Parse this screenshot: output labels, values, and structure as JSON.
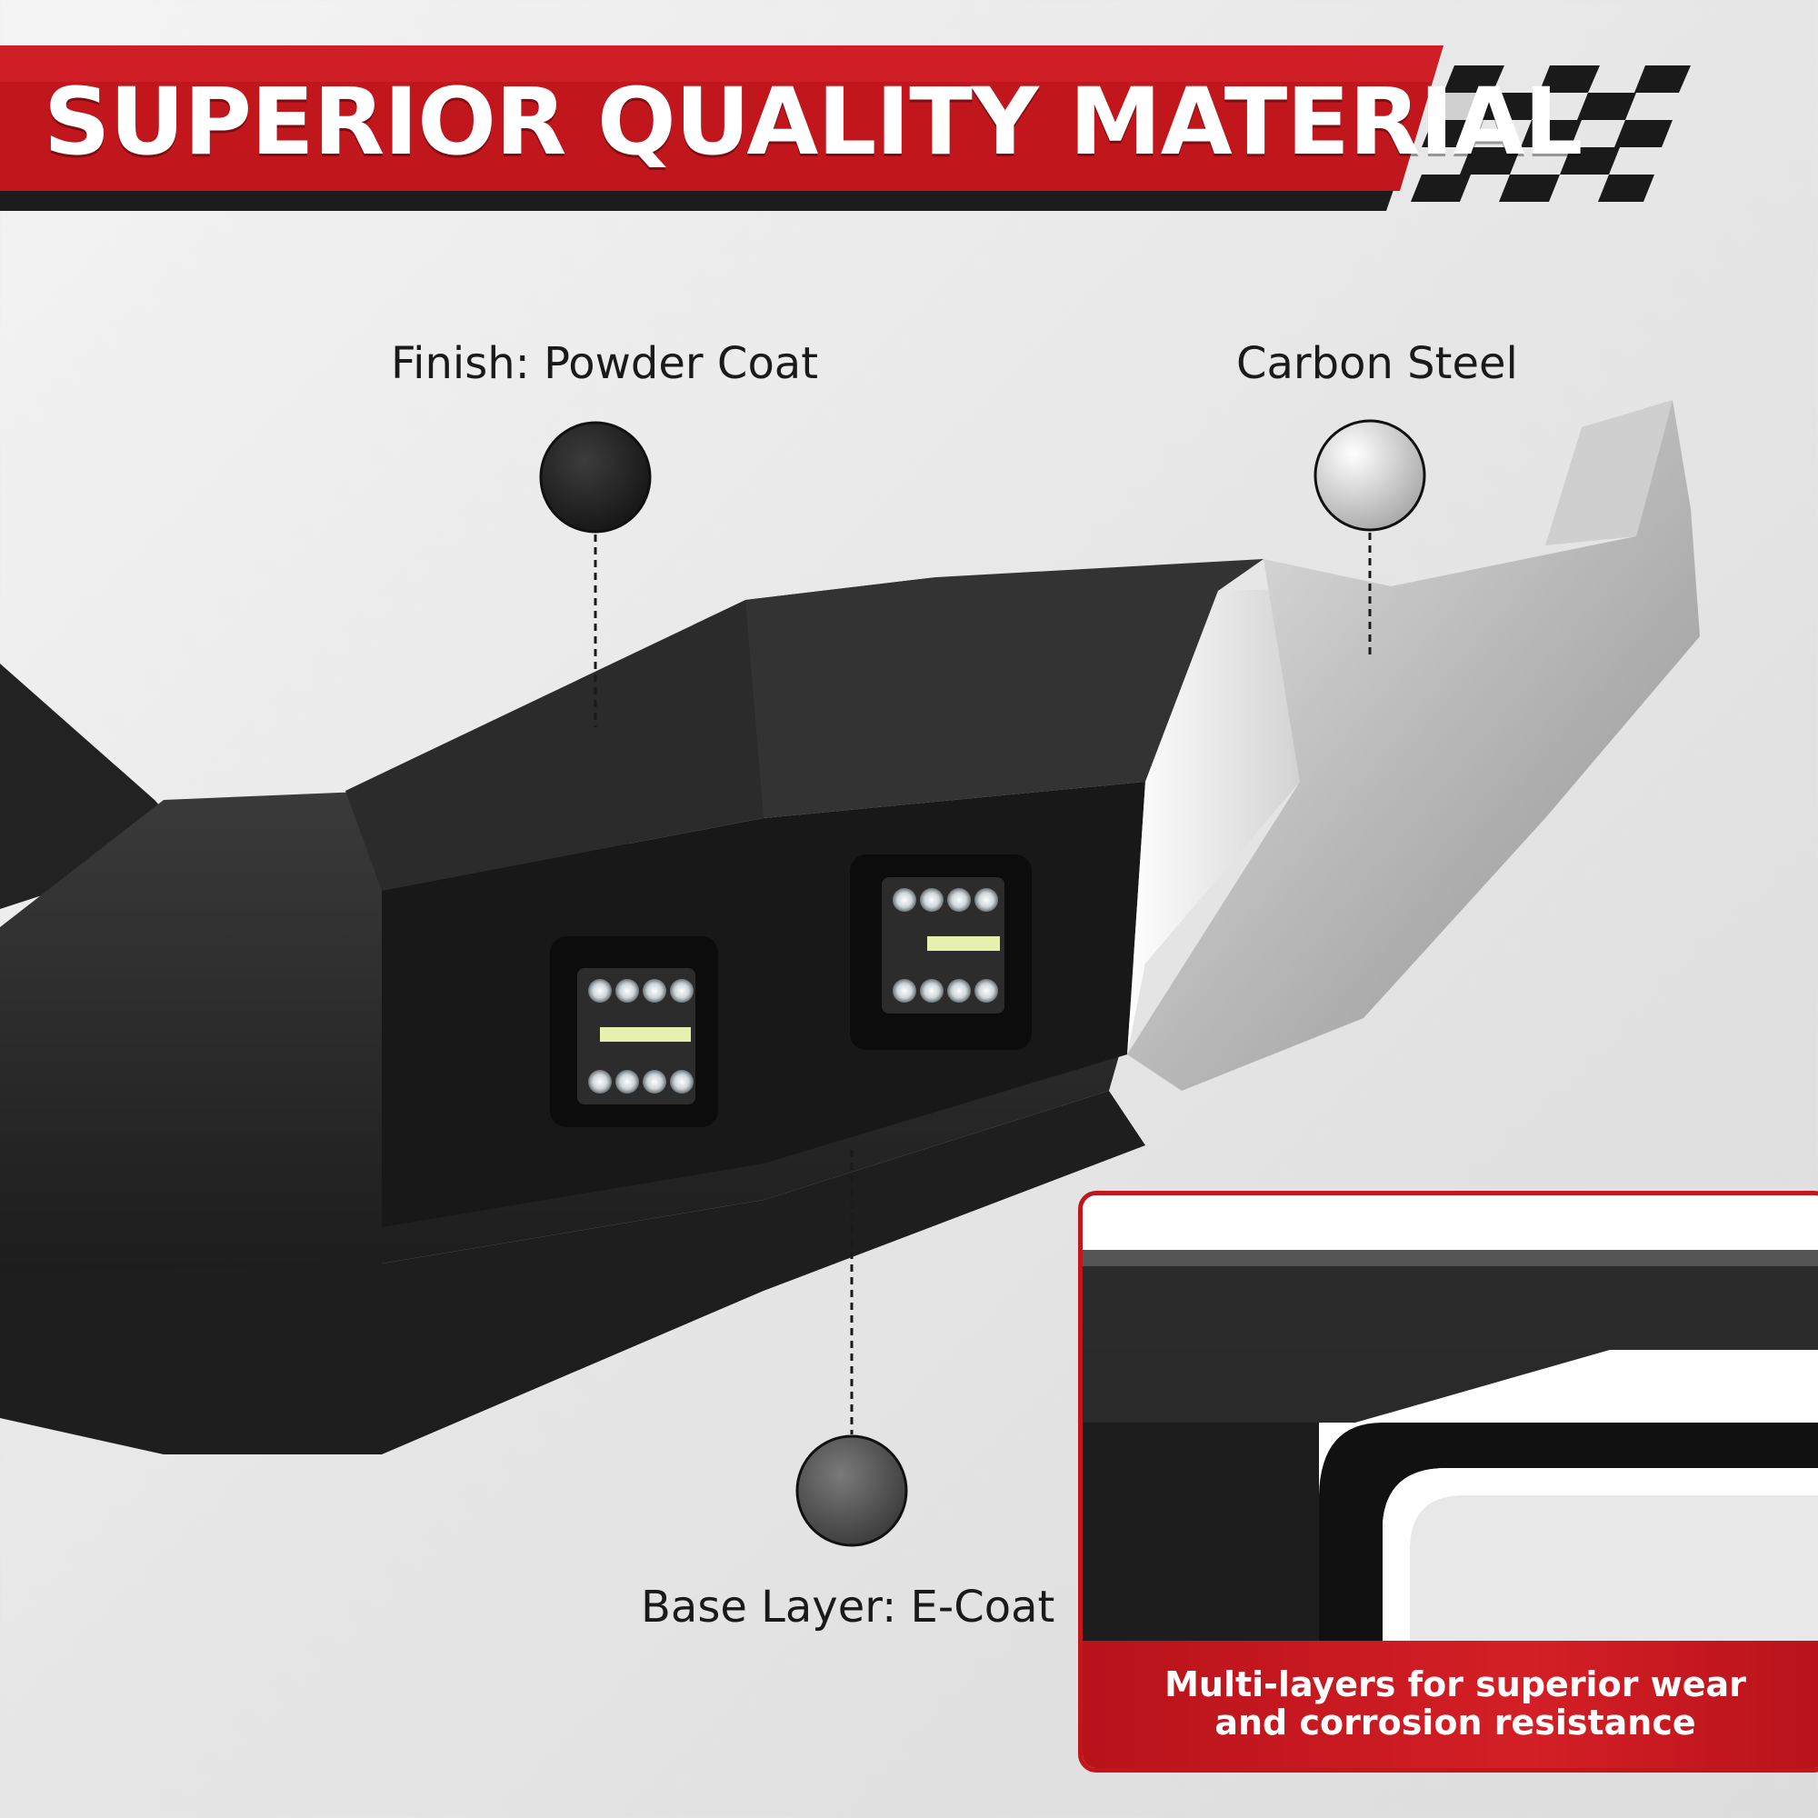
{
  "banner": {
    "title": "SUPERIOR QUALITY MATERIAL",
    "color_red": "#c0161c",
    "color_dark": "#1a1a1a"
  },
  "callouts": {
    "finish_label": "Finish: Powder Coat",
    "steel_label": "Carbon Steel",
    "base_label": "Base Layer: E-Coat"
  },
  "inset": {
    "caption_line1": "Multi-layers for superior wear",
    "caption_line2": "and corrosion resistance"
  },
  "icons": {
    "flag": "checkered-flag-icon",
    "swatch_finish": "textured-black-swatch",
    "swatch_steel": "silver-steel-swatch",
    "swatch_base": "gray-ecoat-swatch"
  }
}
